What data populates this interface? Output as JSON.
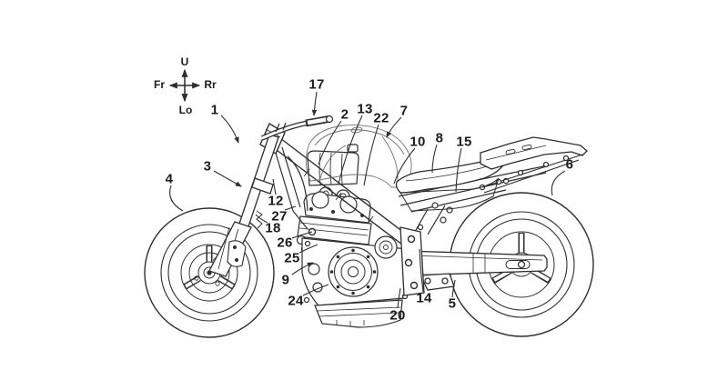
{
  "figure": {
    "kind": "patent-line-drawing",
    "subject": "Motorcycle side view with numbered reference callouts",
    "background_color": "#ffffff",
    "line_color": "#2e2e2e",
    "ghost_line_color": "#6f6f6f",
    "label_color": "#1c1c1c"
  },
  "compass": {
    "up": "U",
    "down": "Lo",
    "front": "Fr",
    "rear": "Rr"
  },
  "callouts": [
    {
      "ref": "1"
    },
    {
      "ref": "2"
    },
    {
      "ref": "3"
    },
    {
      "ref": "4"
    },
    {
      "ref": "5"
    },
    {
      "ref": "6"
    },
    {
      "ref": "7"
    },
    {
      "ref": "8"
    },
    {
      "ref": "9"
    },
    {
      "ref": "10"
    },
    {
      "ref": "12"
    },
    {
      "ref": "13"
    },
    {
      "ref": "14"
    },
    {
      "ref": "15"
    },
    {
      "ref": "17"
    },
    {
      "ref": "18"
    },
    {
      "ref": "20"
    },
    {
      "ref": "22"
    },
    {
      "ref": "24"
    },
    {
      "ref": "25"
    },
    {
      "ref": "26"
    },
    {
      "ref": "27"
    }
  ]
}
